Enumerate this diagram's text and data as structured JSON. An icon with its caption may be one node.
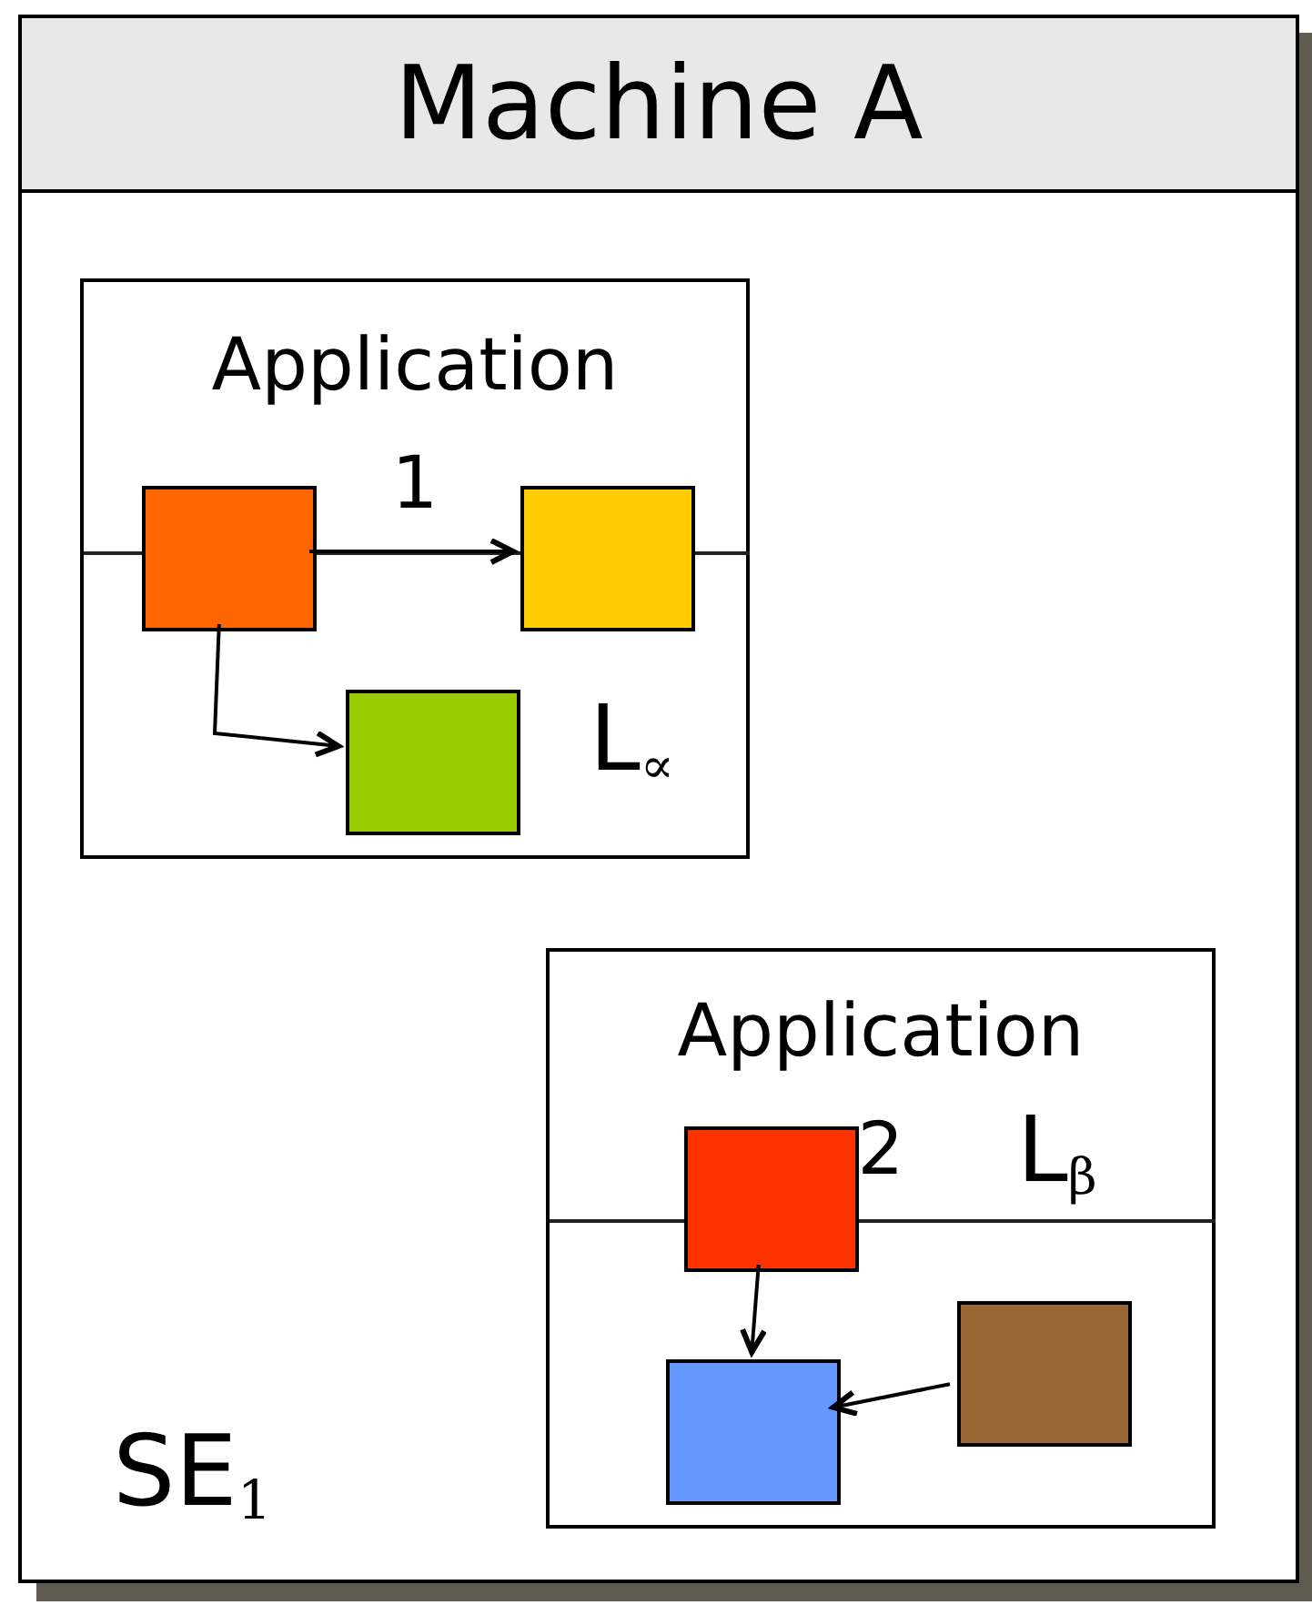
{
  "diagram": {
    "nodes": [
      {
        "text": [
          "Machine A",
          "SE$_{1}$"
        ]
      },
      {
        "text": [
          "Application 1",
          "L$_{∝}$"
        ],
        "in": 0
      },
      {
        "text": [],
        "shape": "box",
        "in": 1
      },
      {
        "text": [],
        "shape": "box",
        "in": 1
      },
      {
        "text": [],
        "shape": "box",
        "in": 1
      },
      {
        "text": [
          "Application 2",
          "L$_{β}$"
        ],
        "in": 0
      },
      {
        "text": [],
        "shape": "box",
        "in": 5
      },
      {
        "text": [],
        "shape": "box",
        "in": 5
      },
      {
        "text": [],
        "shape": "box",
        "in": 5
      }
    ],
    "edges": [
      {
        "from": 2,
        "to": 3,
        "arrow": "to"
      },
      {
        "from": 2,
        "to": 4,
        "arrow": "to"
      },
      {
        "from": 6,
        "to": 7,
        "arrow": "to"
      },
      {
        "from": 8,
        "to": 7,
        "arrow": "to"
      }
    ]
  }
}
